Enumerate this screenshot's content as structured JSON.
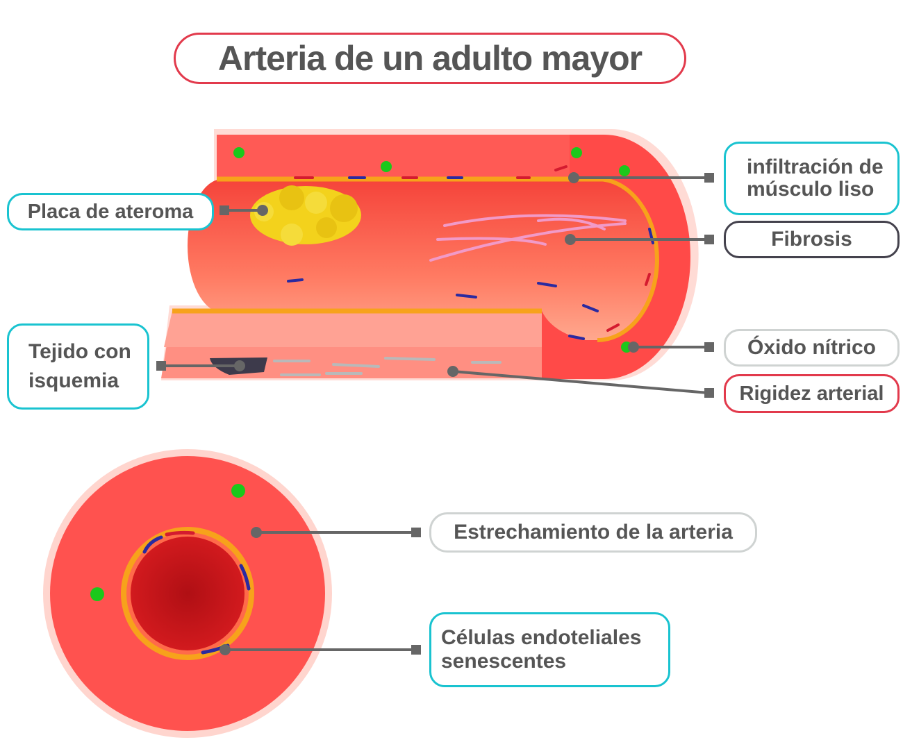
{
  "title": "Arteria de un adulto mayor",
  "labels": {
    "placa": "Placa de ateroma",
    "infiltracion": "infiltración de músculo liso",
    "fibrosis": "Fibrosis",
    "tejido": "Tejido con isquemia",
    "oxido": "Óxido nítrico",
    "rigidez": "Rigidez arterial",
    "estrechamiento": "Estrechamiento de la arteria",
    "celulas": "Células endoteliales senescentes"
  },
  "colors": {
    "title_border": "#e23a4c",
    "cyan_border": "#19c3d0",
    "dark_border": "#44424d",
    "gray_border": "#cfd3d2",
    "red_border": "#e23a4c",
    "wall": "#ff5a55",
    "wall_light": "#ff9a8c",
    "lumen": "#c81419",
    "endothelium": "#f7a21b",
    "nitric_oxide": "#1bc81b",
    "plaque": "#f3d21c",
    "leader": "#666666"
  },
  "icons": {
    "dot": "nitric-oxide-dot",
    "cell": "endothelial-cell-dash",
    "fiber": "fibrosis-fiber"
  }
}
